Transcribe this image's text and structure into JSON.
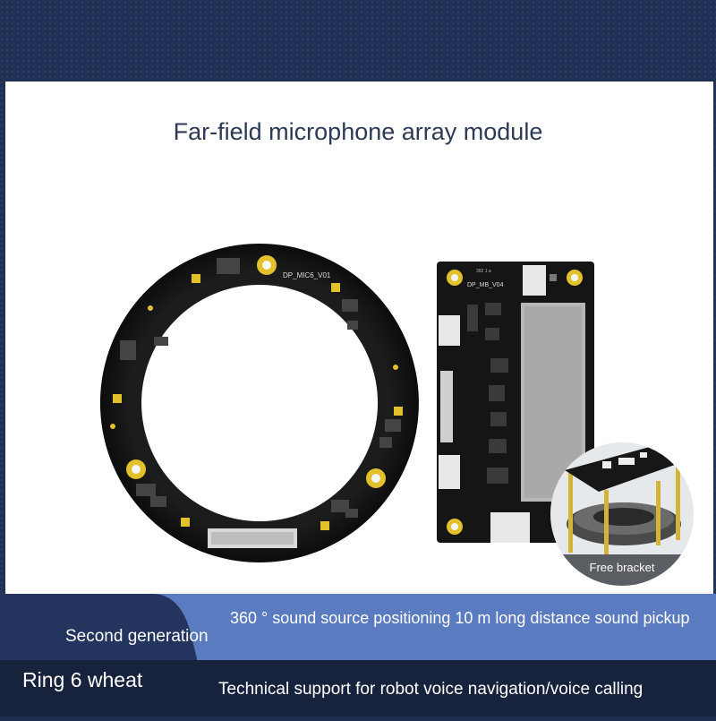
{
  "title": "Far-field microphone array module",
  "ring_board": {
    "silkscreen": "DP_MIC6_V01"
  },
  "main_board": {
    "silkscreen": "DP_MB_V04",
    "small_label": "392 1 a"
  },
  "bracket": {
    "label": "Free bracket"
  },
  "features": {
    "generation": "Second generation",
    "positioning": "360 ° sound source positioning 10 m long distance sound pickup",
    "mic_config": "Ring 6 wheat",
    "support": "Technical support for robot voice navigation/voice calling"
  },
  "colors": {
    "navy": "#1f2f55",
    "band_blue": "#5a7bbf",
    "dark_band": "#17223d",
    "pcb": "#141414",
    "pad_gold": "#e3c12a"
  }
}
